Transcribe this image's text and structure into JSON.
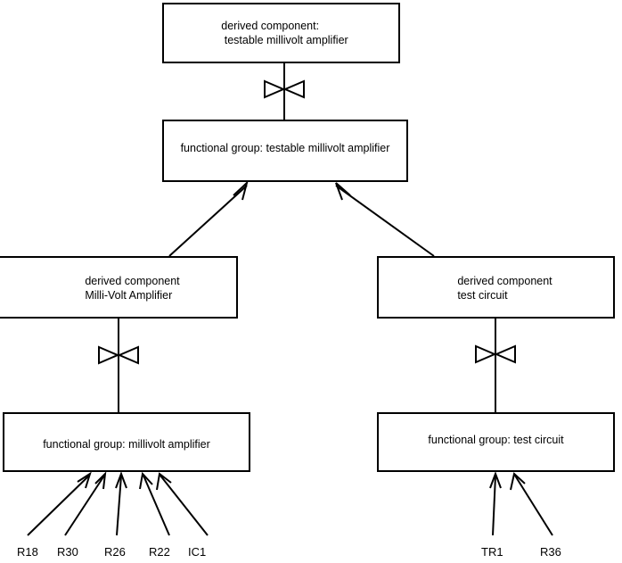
{
  "diagram": {
    "title": "derived component decomposition",
    "stroke_color": "#000000",
    "fill_color": "#ffffff",
    "nodes": {
      "top_derived": {
        "line1": "derived component:",
        "line2": " testable millivolt amplifier"
      },
      "top_functional_group": {
        "line1": "functional group: testable millivolt amplifier"
      },
      "left_derived": {
        "line1": "derived component",
        "line2": "Milli-Volt Amplifier"
      },
      "right_derived": {
        "line1": "derived component",
        "line2": "test circuit"
      },
      "left_functional_group": {
        "line1": "functional group: millivolt amplifier"
      },
      "right_functional_group": {
        "line1": "functional group: test circuit"
      }
    },
    "leaf_labels": [
      {
        "id": "r18",
        "text": "R18"
      },
      {
        "id": "r30",
        "text": "R30"
      },
      {
        "id": "r26",
        "text": "R26"
      },
      {
        "id": "r22",
        "text": "R22"
      },
      {
        "id": "ic1",
        "text": "IC1"
      },
      {
        "id": "tr1",
        "text": "TR1"
      },
      {
        "id": "r36",
        "text": "R36"
      }
    ],
    "connectors": [
      {
        "id": "bowtie-top",
        "symbol": "bowtie-icon",
        "from": "top_derived",
        "to": "top_functional_group"
      },
      {
        "id": "bowtie-left",
        "symbol": "bowtie-icon",
        "from": "left_derived",
        "to": "left_functional_group"
      },
      {
        "id": "bowtie-right",
        "symbol": "bowtie-icon",
        "from": "right_derived",
        "to": "right_functional_group"
      }
    ],
    "generalizations": [
      {
        "id": "gen-left",
        "from": "left_derived",
        "to": "top_functional_group",
        "arrow": "hollow-arrowhead"
      },
      {
        "id": "gen-right",
        "from": "right_derived",
        "to": "top_functional_group",
        "arrow": "hollow-arrowhead"
      }
    ]
  }
}
